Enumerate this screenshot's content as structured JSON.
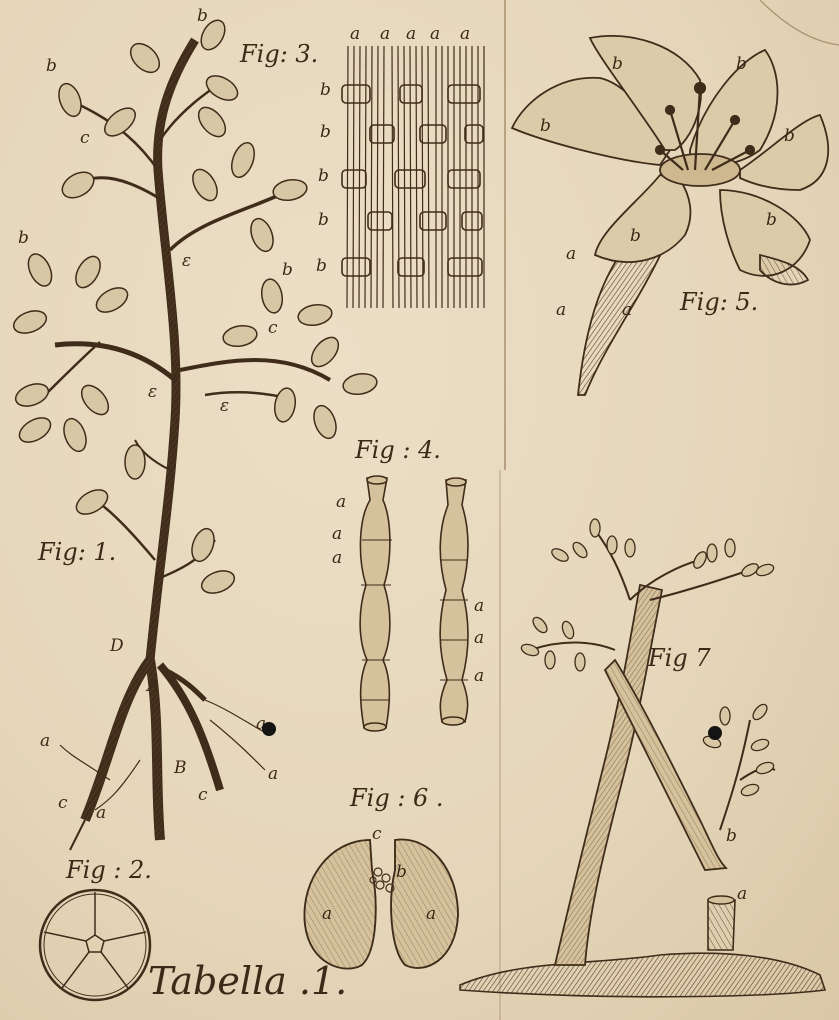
{
  "plate_title": "Tabella .1.",
  "figures": {
    "fig1": {
      "caption": "Fig: 1.",
      "letters": {
        "top_b": "b",
        "b_left": "b",
        "b_upper_left": "b",
        "b_right": "b",
        "c_upper": "c",
        "c_right": "c",
        "c_left_low": "c",
        "c_root": "c",
        "e_upper": "ε",
        "e_left": "ε",
        "e_right": "ε",
        "D": "D",
        "A": "A",
        "B": "B",
        "a_left": "a",
        "a_right1": "a",
        "a_right2": "a",
        "a_low": "a"
      }
    },
    "fig2": {
      "caption": "Fig : 2."
    },
    "fig3": {
      "caption": "Fig: 3.",
      "top_letters": [
        "a",
        "a",
        "a",
        "a",
        "a"
      ],
      "side_letters": [
        "b",
        "b",
        "b",
        "b",
        "b"
      ]
    },
    "fig4": {
      "caption": "Fig : 4.",
      "left_letters": [
        "a",
        "a",
        "a"
      ],
      "right_letters": [
        "a",
        "a",
        "a"
      ]
    },
    "fig5": {
      "caption": "Fig: 5.",
      "b_letters": [
        "b",
        "b",
        "b",
        "b",
        "b",
        "b"
      ],
      "a_letters": [
        "a",
        "a",
        "a"
      ]
    },
    "fig6": {
      "caption": "Fig : 6 .",
      "letters": {
        "c": "c",
        "b": "b",
        "a_left": "a",
        "a_right": "a"
      }
    },
    "fig7": {
      "caption": "Fig 7",
      "letters": {
        "b": "b",
        "a": "a"
      }
    }
  }
}
